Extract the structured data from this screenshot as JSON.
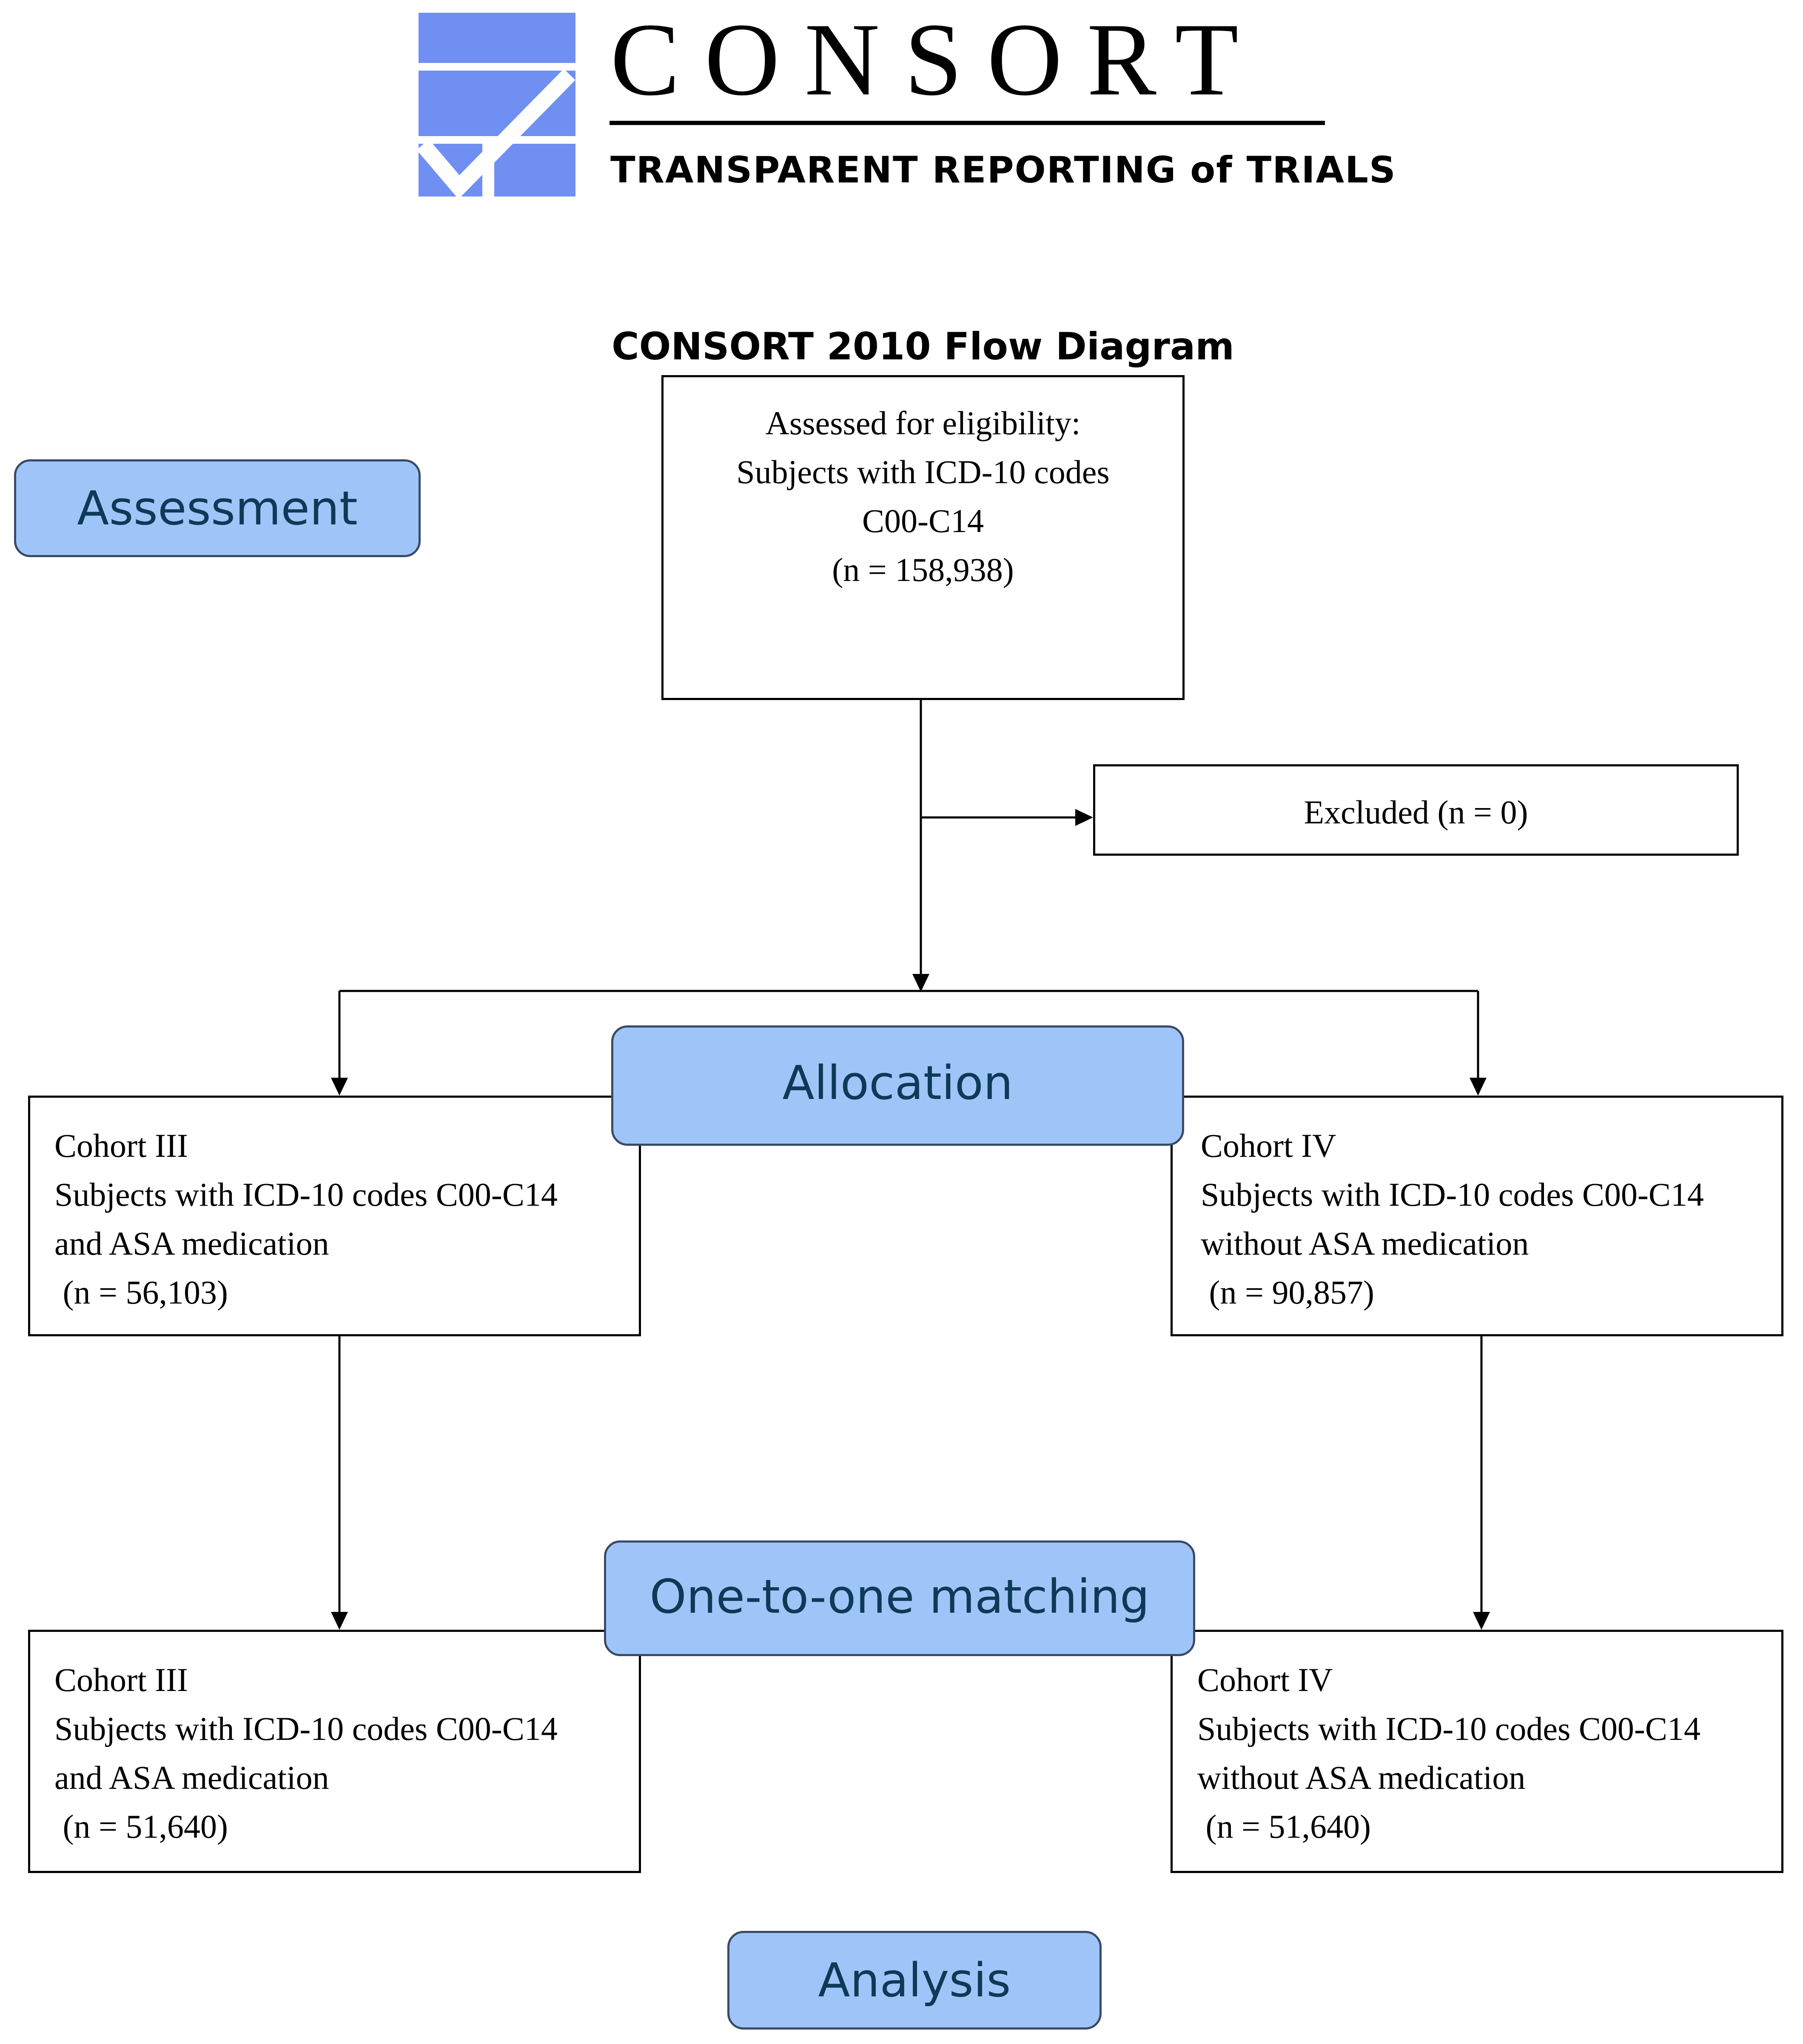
{
  "logo": {
    "wordmark": "CONSORT",
    "tagline": "TRANSPARENT REPORTING of TRIALS",
    "colors": {
      "blue": "#6f8ff2",
      "white": "#ffffff"
    }
  },
  "title": "CONSORT 2010 Flow Diagram",
  "stages": {
    "assessment": "Assessment",
    "allocation": "Allocation",
    "matching": "One-to-one matching",
    "analysis": "Analysis"
  },
  "eligibility": {
    "line1": "Assessed for eligibility:",
    "line2": "Subjects with ICD-10 codes",
    "line3": "C00-C14",
    "line4": "(n = 158,938)"
  },
  "excluded": "Excluded (n = 0)",
  "allocation_boxes": {
    "cohort3": {
      "name": "Cohort III",
      "line2": "Subjects with ICD-10 codes C00-C14",
      "line3": "and ASA medication",
      "count": " (n = 56,103)"
    },
    "cohort4": {
      "name": "Cohort IV",
      "line2": "Subjects with ICD-10 codes C00-C14",
      "line3": "without ASA medication",
      "count": " (n = 90,857)"
    }
  },
  "matched_boxes": {
    "cohort3": {
      "name": "Cohort III",
      "line2": "Subjects with ICD-10 codes C00-C14",
      "line3": "and ASA medication",
      "count": " (n = 51,640)"
    },
    "cohort4": {
      "name": "Cohort IV",
      "line2": "Subjects with ICD-10 codes C00-C14",
      "line3": "without ASA medication",
      "count": " (n = 51,640)"
    }
  },
  "colors": {
    "pill_fill": "#9fc5f8",
    "pill_text": "#0d3a56",
    "pill_border": "#3a4a66"
  }
}
